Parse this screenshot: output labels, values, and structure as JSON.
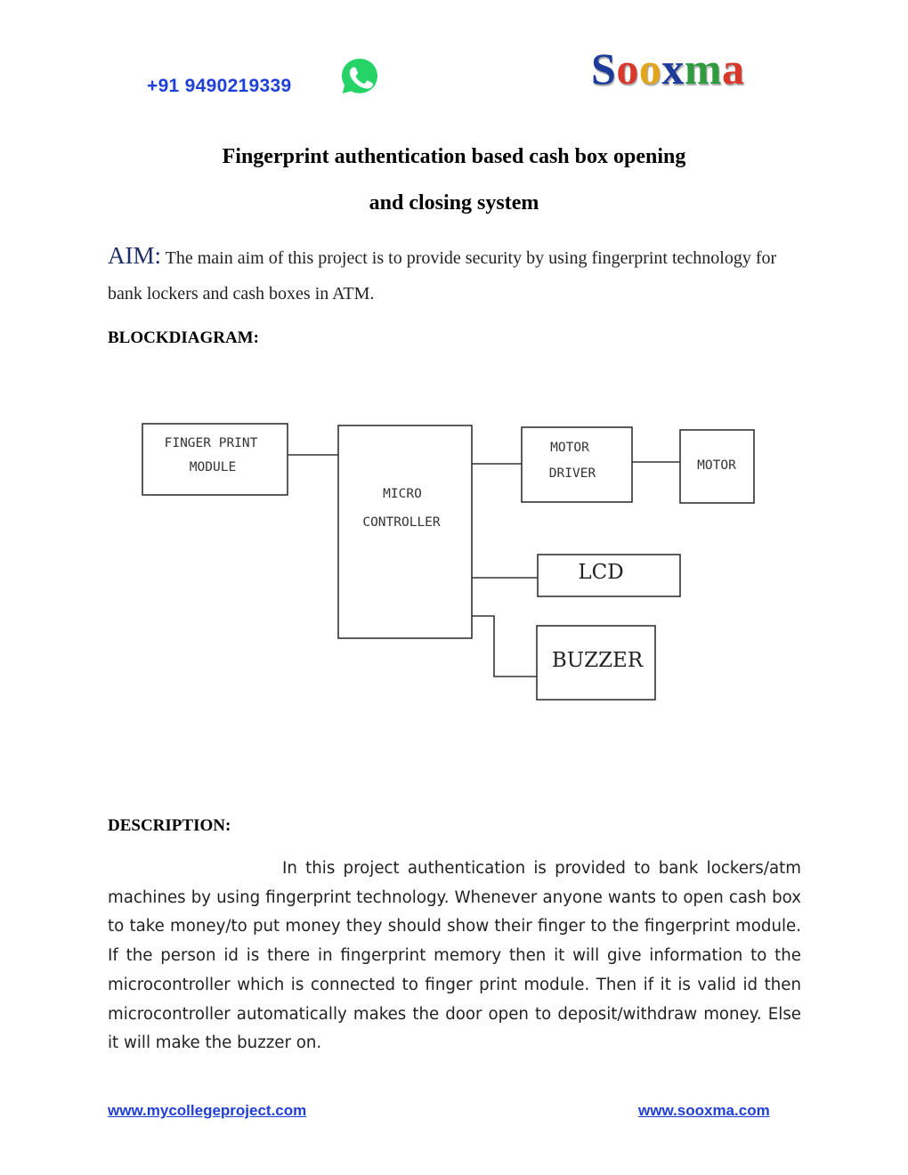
{
  "header": {
    "phone": "+91 9490219339",
    "brand_letters": [
      {
        "ch": "S",
        "color": "#1e3d9a"
      },
      {
        "ch": "o",
        "color": "#d8382b"
      },
      {
        "ch": "o",
        "color": "#e3a51b"
      },
      {
        "ch": "x",
        "color": "#1e3d9a"
      },
      {
        "ch": "m",
        "color": "#2f9a3e"
      },
      {
        "ch": "a",
        "color": "#d8382b"
      }
    ],
    "whatsapp_color": "#25d366"
  },
  "document": {
    "title_line1": "Fingerprint authentication based cash box opening",
    "title_line2": "and closing system",
    "aim_label": "AIM:",
    "aim_text": " The main aim of this project is to provide security by using fingerprint technology for bank lockers and cash boxes in ATM.",
    "blockdiagram_heading": "BLOCKDIAGRAM:",
    "description_heading": "DESCRIPTION:",
    "description_text": "In this project authentication is provided to bank lockers/atm machines by using fingerprint technology. Whenever anyone wants to open cash box to take money/to put money they should show their finger to the fingerprint module. If the person id is there in fingerprint memory then it will give information to the microcontroller which is connected to finger print module. Then if it is valid id then microcontroller automatically makes the door open to deposit/withdraw money. Else it will make the buzzer on."
  },
  "diagram": {
    "fingerprint_line1": "FINGER PRINT",
    "fingerprint_line2": "MODULE",
    "micro_line1": "MICRO",
    "micro_line2": "CONTROLLER",
    "driver_line1": "MOTOR",
    "driver_line2": "DRIVER",
    "motor": "MOTOR",
    "lcd": "LCD",
    "buzzer": "BUZZER"
  },
  "footer": {
    "left_link": "www.mycollegeproject.com",
    "right_link": "www.sooxma.com"
  }
}
